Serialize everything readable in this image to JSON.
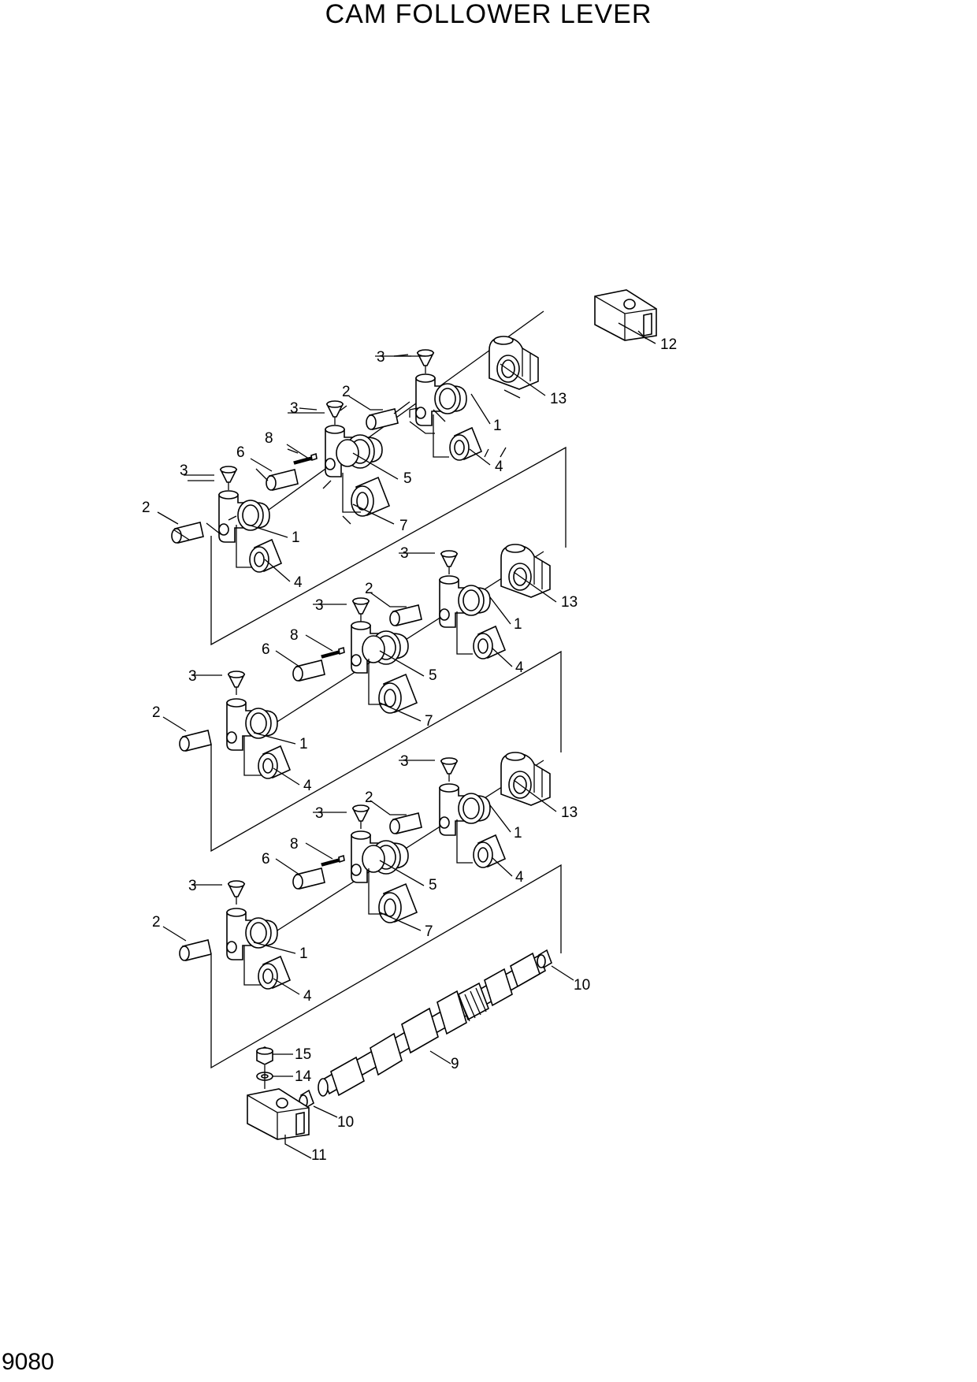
{
  "page": {
    "title": "CAM FOLLOWER LEVER",
    "number": "9080"
  },
  "groups": [
    {
      "id": "top",
      "labels": {
        "l1a": "1",
        "l1b": "1",
        "l2a": "2",
        "l2b": "2",
        "l3a": "3",
        "l3b": "3",
        "l3c": "3",
        "l4a": "4",
        "l4b": "4",
        "l5": "5",
        "l6": "6",
        "l7": "7",
        "l8": "8",
        "l12": "12",
        "l13": "13"
      }
    },
    {
      "id": "middle",
      "labels": {
        "l1a": "1",
        "l1b": "1",
        "l2a": "2",
        "l2b": "2",
        "l3a": "3",
        "l3b": "3",
        "l3c": "3",
        "l4a": "4",
        "l4b": "4",
        "l5": "5",
        "l6": "6",
        "l7": "7",
        "l8": "8",
        "l13": "13"
      }
    },
    {
      "id": "bottom",
      "labels": {
        "l1a": "1",
        "l1b": "1",
        "l2a": "2",
        "l2b": "2",
        "l3a": "3",
        "l3b": "3",
        "l3c": "3",
        "l4a": "4",
        "l4b": "4",
        "l5": "5",
        "l6": "6",
        "l7": "7",
        "l8": "8",
        "l13": "13"
      }
    }
  ],
  "camshaft": {
    "l9": "9",
    "l10a": "10",
    "l10b": "10",
    "l11": "11",
    "l14": "14",
    "l15": "15"
  }
}
